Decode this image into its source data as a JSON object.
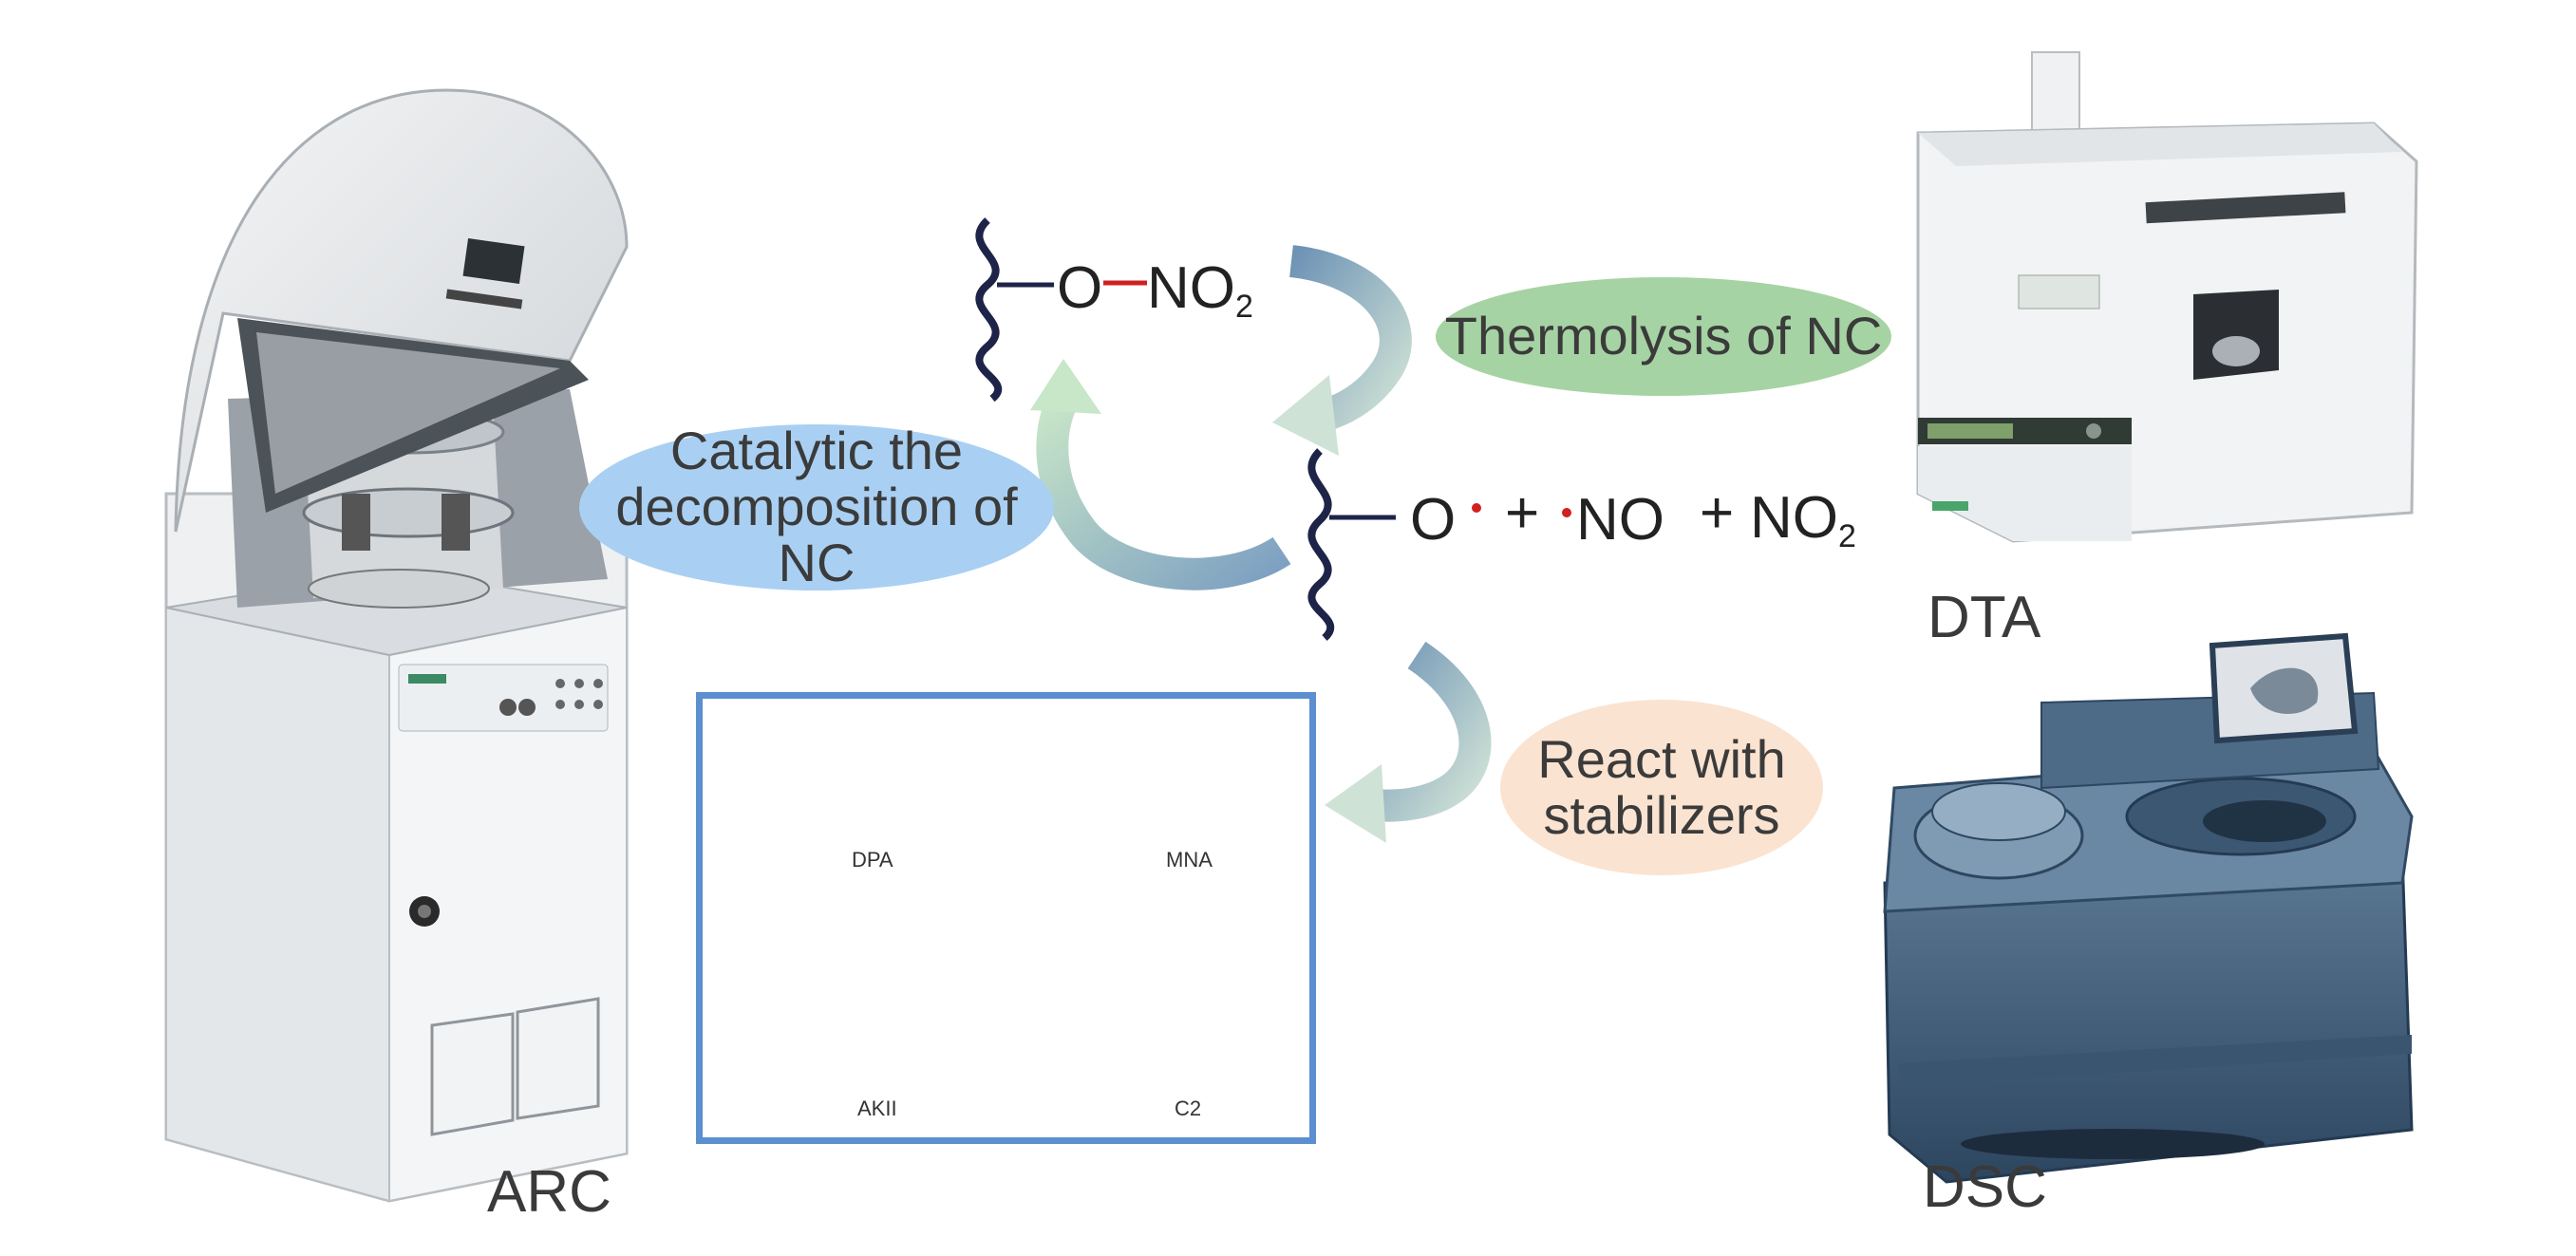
{
  "instruments": {
    "arc": "ARC",
    "dta": "DTA",
    "dsc": "DSC"
  },
  "process": {
    "thermolysis": "Thermolysis of NC",
    "catalytic_line1": "Catalytic the",
    "catalytic_line2": "decomposition of NC",
    "react_line1": "React with",
    "react_line2": "stabilizers"
  },
  "chemistry": {
    "reactant_o": "O",
    "reactant_no2": "NO",
    "reactant_no2_sub": "2",
    "product_o": "O",
    "product_plus1": "+",
    "product_no": "NO",
    "product_plus2": "+",
    "product_no2": "NO",
    "product_no2_sub": "2"
  },
  "stabilizers": {
    "dpa": "DPA",
    "mna": "MNA",
    "akii": "AKII",
    "c2": "C2"
  },
  "colors": {
    "blue_ellipse": "#a9d0f3",
    "green_ellipse": "#a6d3a3",
    "peach_ellipse": "#fbe3d1",
    "box_border": "#5b8fd0",
    "radical_dot": "#d02020",
    "bond_red": "#d02020",
    "chain": "#1e2448"
  }
}
